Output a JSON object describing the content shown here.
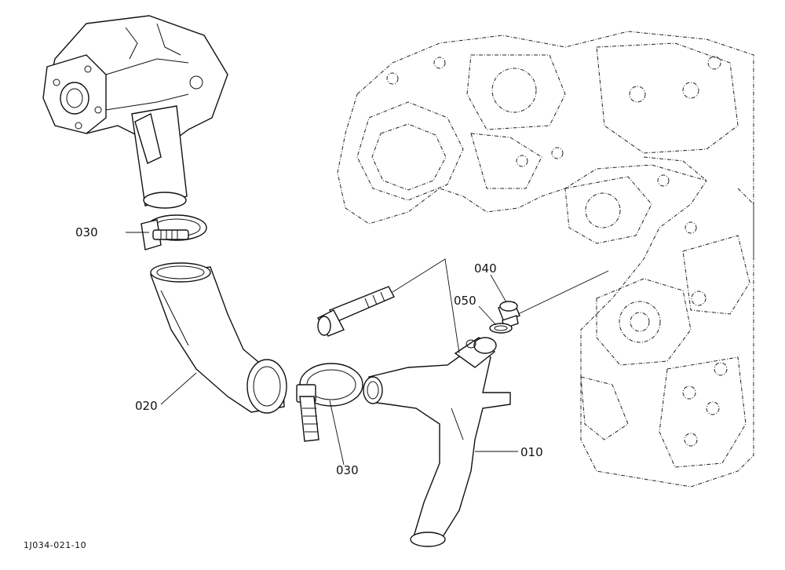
{
  "diagram": {
    "reference_code": "1J034-021-10",
    "labels": {
      "p010": "010",
      "p020": "020",
      "p030_top": "030",
      "p030_bottom": "030",
      "p040": "040",
      "p050": "050"
    }
  }
}
